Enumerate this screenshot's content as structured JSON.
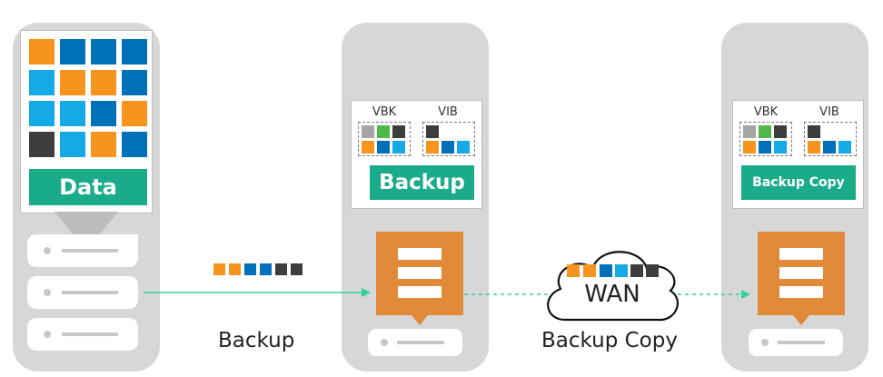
{
  "source": {
    "label": "Data",
    "colors": {
      "orange": "#f7941d",
      "blue": "#0070b8",
      "cyan": "#15a9e6",
      "dark": "#3d3d3d",
      "green": "#1aab8a",
      "gray": "#a6a6a6",
      "lime": "#4fb848"
    }
  },
  "backup_repo": {
    "label": "Backup",
    "vbk_label": "VBK",
    "vib_label": "VIB"
  },
  "copy_repo": {
    "label": "Backup Copy",
    "vbk_label": "VBK",
    "vib_label": "VIB"
  },
  "links": {
    "backup_caption": "Backup",
    "copy_caption": "Backup Copy",
    "wan_label": "WAN"
  }
}
